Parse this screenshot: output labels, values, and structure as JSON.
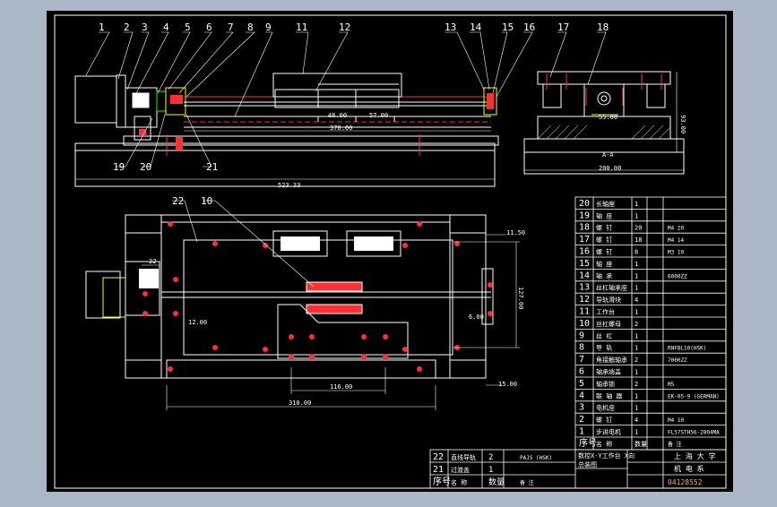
{
  "balloons": [
    "1",
    "2",
    "3",
    "4",
    "5",
    "6",
    "7",
    "8",
    "9",
    "11",
    "12",
    "13",
    "14",
    "15",
    "16",
    "17",
    "18",
    "19",
    "20",
    "21",
    "22",
    "10"
  ],
  "dims": {
    "d46": "46.00",
    "d57": "57.00",
    "d370": "370.00",
    "d523": "523.33",
    "d55": "55.00",
    "d93": "93.00",
    "d200": "200.00",
    "d22": "22",
    "d1150": "11.50",
    "d127": "127.00",
    "d12": "12.00",
    "d6": "6.00",
    "d15": "15.00",
    "d116": "116.00",
    "d310": "310.00"
  },
  "section_label": "A-A",
  "bom": [
    {
      "no": "20",
      "name": "长轴座",
      "qty": "1",
      "spec": ""
    },
    {
      "no": "19",
      "name": "轴 座",
      "qty": "1",
      "spec": ""
    },
    {
      "no": "18",
      "name": "螺 钉",
      "qty": "20",
      "spec": "M4 20"
    },
    {
      "no": "17",
      "name": "螺 钉",
      "qty": "18",
      "spec": "M4 14"
    },
    {
      "no": "16",
      "name": "螺 钉",
      "qty": "8",
      "spec": "M3 10"
    },
    {
      "no": "15",
      "name": "轴 座",
      "qty": "1",
      "spec": ""
    },
    {
      "no": "14",
      "name": "轴 承",
      "qty": "1",
      "spec": "6000ZZ"
    },
    {
      "no": "13",
      "name": "丝杠轴承座",
      "qty": "1",
      "spec": ""
    },
    {
      "no": "12",
      "name": "导轨滑块",
      "qty": "4",
      "spec": ""
    },
    {
      "no": "11",
      "name": "工作台",
      "qty": "1",
      "spec": ""
    },
    {
      "no": "10",
      "name": "丝杠螺母",
      "qty": "2",
      "spec": ""
    },
    {
      "no": "9",
      "name": "丝 杠",
      "qty": "1",
      "spec": ""
    },
    {
      "no": "8",
      "name": "导 轨",
      "qty": "1",
      "spec": "RNFBL10(HSK)"
    },
    {
      "no": "7",
      "name": "角接触轴承",
      "qty": "2",
      "spec": "7000ZZ"
    },
    {
      "no": "6",
      "name": "轴承端盖",
      "qty": "1",
      "spec": ""
    },
    {
      "no": "5",
      "name": "轴承锁",
      "qty": "2",
      "spec": "M5"
    },
    {
      "no": "4",
      "name": "联 轴 器",
      "qty": "1",
      "spec": "EK-05-9 (GERMAN)"
    },
    {
      "no": "3",
      "name": "电机座",
      "qty": "1",
      "spec": ""
    },
    {
      "no": "2",
      "name": "螺 钉",
      "qty": "4",
      "spec": "M4 10"
    },
    {
      "no": "1",
      "name": "步进电机",
      "qty": "1",
      "spec": "FL57STH56-2804MA"
    }
  ],
  "bom_header": {
    "no": "序号",
    "name": "名 称",
    "qty": "数量",
    "spec": "备 注"
  },
  "title_rows": [
    {
      "no": "22",
      "name": "直线导轨",
      "qty": "2",
      "spec": "PAJS (HSK)"
    },
    {
      "no": "21",
      "name": "过渡盖",
      "qty": "1",
      "spec": ""
    }
  ],
  "title_header": {
    "no": "序号",
    "name": "名 称",
    "qty": "数量",
    "spec": "备 注"
  },
  "title_block": {
    "drawing_title": "数控X-Y工作台 X向",
    "drawing_sub": "总装图",
    "school": "上 海 大 学",
    "department": "机 电 系",
    "drawing_no": "04128552"
  }
}
